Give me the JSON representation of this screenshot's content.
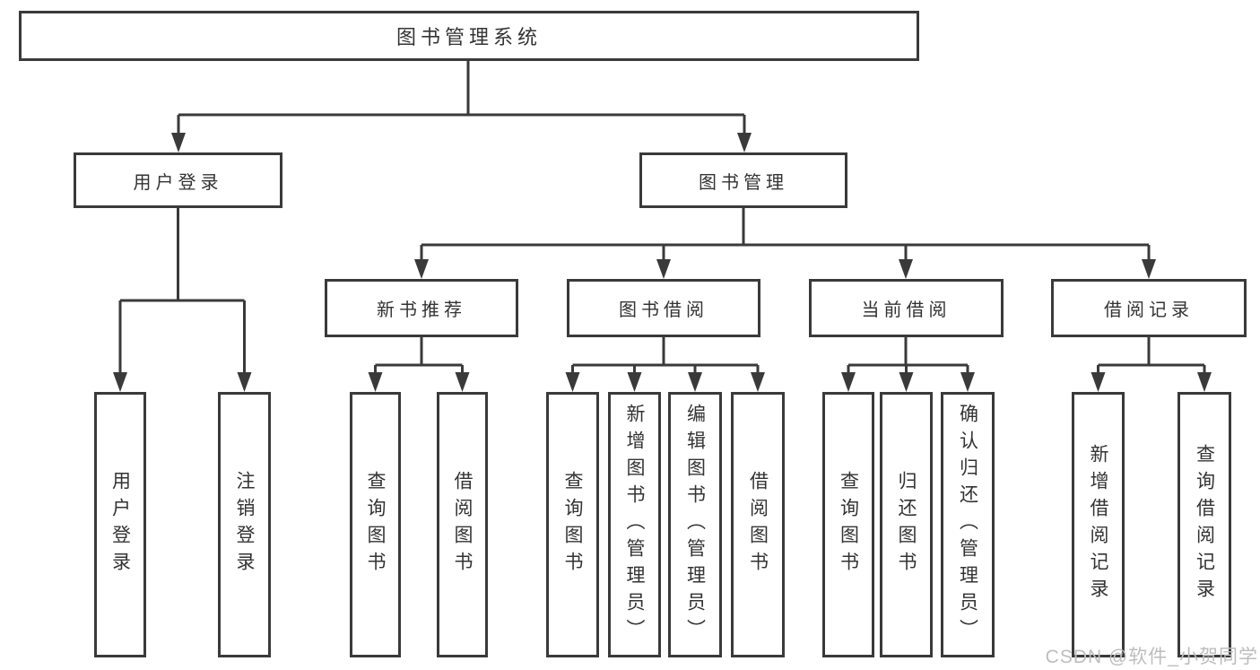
{
  "nodes": {
    "root": "图书管理系统",
    "user_login": "用户登录",
    "book_mgmt": "图书管理",
    "new_book_rec": "新书推荐",
    "book_borrow": "图书借阅",
    "current_borrow": "当前借阅",
    "borrow_record": "借阅记录",
    "ul_login": "用户登录",
    "ul_logout": "注销登录",
    "nr_query": "查询图书",
    "nr_borrow": "借阅图书",
    "bb_query": "查询图书",
    "bb_add": "新增图书（管理员）",
    "bb_edit": "编辑图书（管理员）",
    "bb_borrow": "借阅图书",
    "cb_query": "查询图书",
    "cb_return": "归还图书",
    "cb_confirm": "确认归还（管理员）",
    "br_add": "新增借阅记录",
    "br_query": "查询借阅记录"
  },
  "hierarchy": {
    "图书管理系统": {
      "用户登录": [
        "用户登录",
        "注销登录"
      ],
      "图书管理": {
        "新书推荐": [
          "查询图书",
          "借阅图书"
        ],
        "图书借阅": [
          "查询图书",
          "新增图书（管理员）",
          "编辑图书（管理员）",
          "借阅图书"
        ],
        "当前借阅": [
          "查询图书",
          "归还图书",
          "确认归还（管理员）"
        ],
        "借阅记录": [
          "新增借阅记录",
          "查询借阅记录"
        ]
      }
    }
  },
  "watermark": "CSDN @软件_小贺同学",
  "colors": {
    "line": "#3a3a3a",
    "text": "#333333",
    "watermark": "#bdbdbd",
    "background": "#ffffff"
  }
}
